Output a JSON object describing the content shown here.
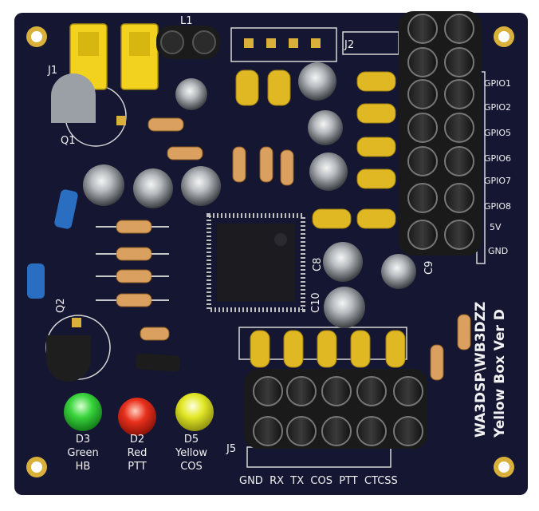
{
  "silkscreen": {
    "title_line1": "WA3DSP\\WB3DZZ",
    "title_line2": "Yellow Box Ver D",
    "j1": "J1",
    "j2": "J2",
    "j5": "J5",
    "l1": "L1",
    "q1": "Q1",
    "q2": "Q2",
    "c8": "C8",
    "c9": "C9",
    "c10": "C10",
    "gpio": [
      "GPIO1",
      "GPIO2",
      "GPIO5",
      "GPIO6",
      "GPIO7",
      "GPIO8",
      "5V",
      "GND"
    ],
    "leds": [
      {
        "ref": "D3",
        "line1": "Green",
        "line2": "HB",
        "color": "#39d43c"
      },
      {
        "ref": "D2",
        "line1": "Red",
        "line2": "PTT",
        "color": "#e8301c"
      },
      {
        "ref": "D5",
        "line1": "Yellow",
        "line2": "COS",
        "color": "#e2e826"
      }
    ],
    "bottom_pins": "GND  RX  TX  COS  PTT  CTCSS"
  },
  "colors": {
    "pcb": "#141632",
    "silkscreen": "#f2f2f2",
    "gold": "#d9b13a",
    "capacitor_yellow": "#e0b824",
    "jumper_yellow": "#f2d21e"
  }
}
